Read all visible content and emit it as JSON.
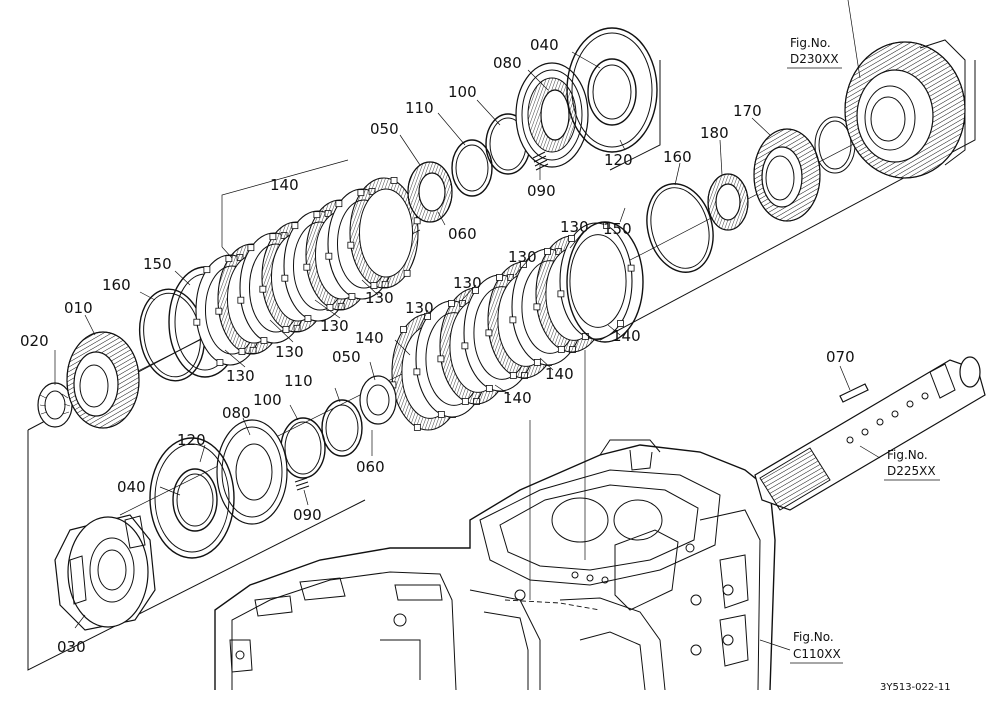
{
  "callouts": [
    {
      "id": "c040a",
      "text": "040"
    },
    {
      "id": "c080a",
      "text": "080"
    },
    {
      "id": "c100a",
      "text": "100"
    },
    {
      "id": "c110a",
      "text": "110"
    },
    {
      "id": "c050a",
      "text": "050"
    },
    {
      "id": "c090a",
      "text": "090"
    },
    {
      "id": "c060a",
      "text": "060"
    },
    {
      "id": "c120a",
      "text": "120"
    },
    {
      "id": "c140a",
      "text": "140"
    },
    {
      "id": "c150a",
      "text": "150"
    },
    {
      "id": "c160a",
      "text": "160"
    },
    {
      "id": "c010",
      "text": "010"
    },
    {
      "id": "c020",
      "text": "020"
    },
    {
      "id": "c130a",
      "text": "130"
    },
    {
      "id": "c130b",
      "text": "130"
    },
    {
      "id": "c130c",
      "text": "130"
    },
    {
      "id": "c130d",
      "text": "130"
    },
    {
      "id": "c160b",
      "text": "160"
    },
    {
      "id": "c180",
      "text": "180"
    },
    {
      "id": "c170",
      "text": "170"
    },
    {
      "id": "c150b",
      "text": "150"
    },
    {
      "id": "c130e",
      "text": "130"
    },
    {
      "id": "c130f",
      "text": "130"
    },
    {
      "id": "c130g",
      "text": "130"
    },
    {
      "id": "c130h",
      "text": "130"
    },
    {
      "id": "c140b",
      "text": "140"
    },
    {
      "id": "c140c",
      "text": "140"
    },
    {
      "id": "c140d",
      "text": "140"
    },
    {
      "id": "c140e",
      "text": "140"
    },
    {
      "id": "c050b",
      "text": "050"
    },
    {
      "id": "c110b",
      "text": "110"
    },
    {
      "id": "c100b",
      "text": "100"
    },
    {
      "id": "c080b",
      "text": "080"
    },
    {
      "id": "c120b",
      "text": "120"
    },
    {
      "id": "c040b",
      "text": "040"
    },
    {
      "id": "c060b",
      "text": "060"
    },
    {
      "id": "c090b",
      "text": "090"
    },
    {
      "id": "c030",
      "text": "030"
    },
    {
      "id": "c070",
      "text": "070"
    }
  ],
  "fig_refs": {
    "d230": {
      "line1": "Fig.No.",
      "line2": "D230XX"
    },
    "d225": {
      "line1": "Fig.No.",
      "line2": "D225XX"
    },
    "c110": {
      "line1": "Fig.No.",
      "line2": "C110XX"
    }
  },
  "drawing_code": "3Y513-022-11"
}
